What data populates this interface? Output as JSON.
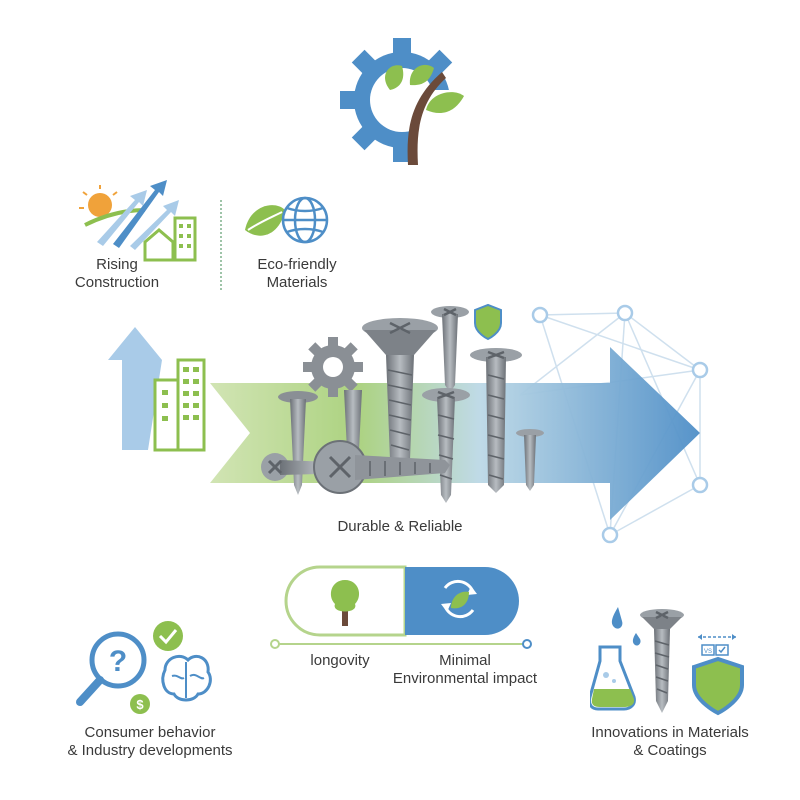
{
  "labels": {
    "rising_1": "Rising",
    "rising_2": "Construction",
    "eco_1": "Eco-friendly",
    "eco_2": "Materials",
    "durable": "Durable & Reliable",
    "longevity": "longovity",
    "minimal_1": "Minimal",
    "minimal_2": "Environmental impact",
    "consumer_1": "Consumer behavior",
    "consumer_2": "& Industry developments",
    "innov_1": "Innovations in Materials",
    "innov_2": "& Coatings",
    "dollar": "$",
    "question": "?",
    "vs": "VS"
  },
  "colors": {
    "blue": "#4e8ec7",
    "light_blue": "#a9cbe8",
    "green": "#8dbf4f",
    "light_green": "#cfe3b0",
    "brown": "#6b4a3a",
    "steel": "#8a8f95",
    "steel_dark": "#5e6369"
  },
  "icons": {
    "logo": "gear-tree-icon",
    "rising": "growth-arrows-icon",
    "eco": "leaf-globe-icon",
    "center": "screws-arrow-icon",
    "consumer": "question-magnifier-brain-icon",
    "innovation": "flask-screw-shield-icon"
  }
}
